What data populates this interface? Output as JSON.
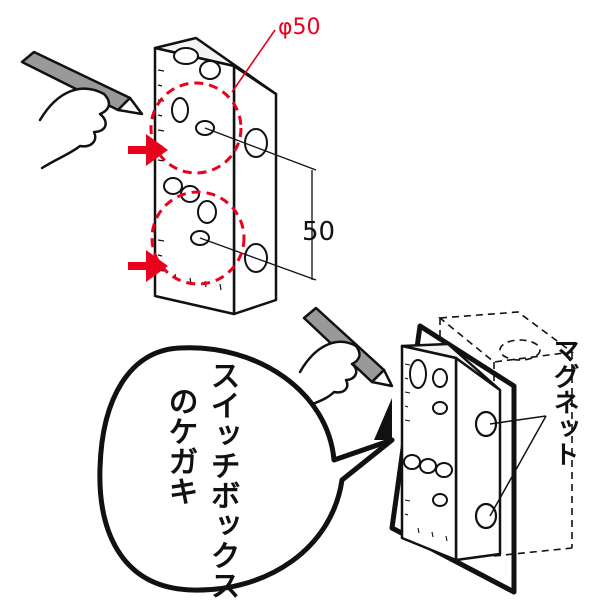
{
  "labels": {
    "diameter": "φ50",
    "spacing": "50",
    "callout_line1": "スイッチボックス",
    "callout_line2": "のケガキ",
    "magnet": "マグネット"
  },
  "colors": {
    "accent_red": "#e8001c",
    "ink": "#111111",
    "block_side": "#ffffff"
  }
}
